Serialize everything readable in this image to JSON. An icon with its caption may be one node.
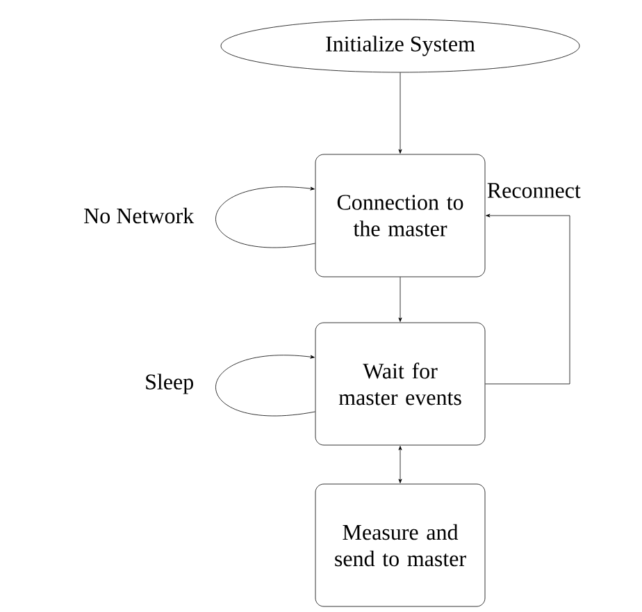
{
  "diagram": {
    "nodes": [
      {
        "text": [
          "Initialize System"
        ]
      },
      {
        "text": [
          "Connection to the master"
        ]
      },
      {
        "text": [
          "Wait for master events"
        ]
      },
      {
        "text": [
          "Measure and send to master"
        ]
      }
    ],
    "edges": [
      {
        "from": 0,
        "to": 1,
        "arrow": "to"
      },
      {
        "from": 1,
        "to": 1,
        "arrow": "to",
        "label": "No Network"
      },
      {
        "from": 1,
        "to": 2,
        "arrow": "to"
      },
      {
        "from": 2,
        "to": 2,
        "arrow": "to",
        "label": "Sleep"
      },
      {
        "from": 2,
        "to": 1,
        "arrow": "to",
        "label": "Reconnect"
      },
      {
        "from": 2,
        "to": 3,
        "arrow": "both"
      }
    ]
  }
}
